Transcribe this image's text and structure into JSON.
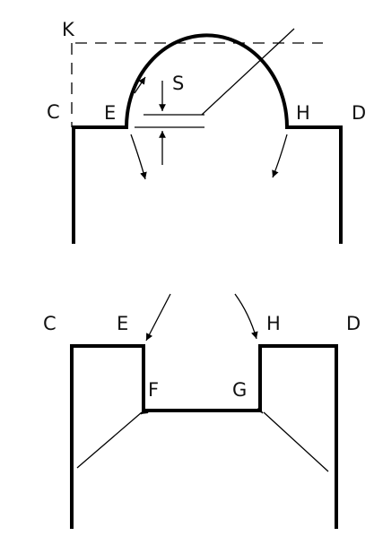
{
  "top_figure": {
    "labels": {
      "k": "K",
      "c": "C",
      "e": "E",
      "s": "S",
      "h": "H",
      "d": "D"
    }
  },
  "bottom_figure": {
    "labels": {
      "c": "C",
      "e": "E",
      "h": "H",
      "d": "D",
      "f": "F",
      "g": "G"
    }
  },
  "colors": {
    "line": "#000000",
    "background": "#ffffff"
  }
}
